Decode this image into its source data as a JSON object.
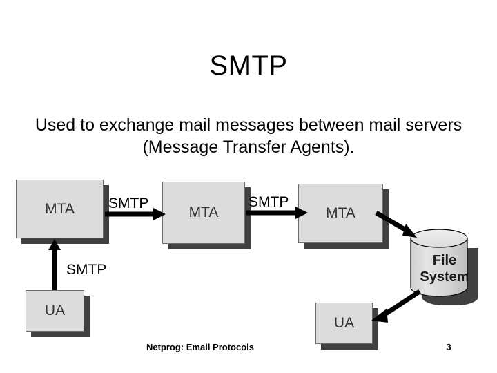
{
  "slide": {
    "title": "SMTP",
    "body": "Used to exchange mail messages between mail servers (Message Transfer Agents).",
    "footer": "Netprog:  Email Protocols",
    "page_number": "3"
  },
  "diagram": {
    "nodes": [
      {
        "id": "mta-1",
        "label": "MTA"
      },
      {
        "id": "mta-2",
        "label": "MTA"
      },
      {
        "id": "mta-3",
        "label": "MTA"
      },
      {
        "id": "ua-1",
        "label": "UA"
      },
      {
        "id": "ua-2",
        "label": "UA"
      }
    ],
    "store": {
      "id": "file-system",
      "label_line1": "File",
      "label_line2": "System"
    },
    "edge_labels": [
      {
        "id": "smtp-mta1-mta2",
        "label": "SMTP"
      },
      {
        "id": "smtp-mta2-mta3",
        "label": "SMTP"
      },
      {
        "id": "smtp-ua1-mta1",
        "label": "SMTP"
      }
    ]
  },
  "colors": {
    "box_fill": "#dcdcdc",
    "box_border": "#6b6b6b",
    "shadow": "#404040",
    "arrow": "#000000",
    "background": "#ffffff",
    "text": "#000000"
  }
}
